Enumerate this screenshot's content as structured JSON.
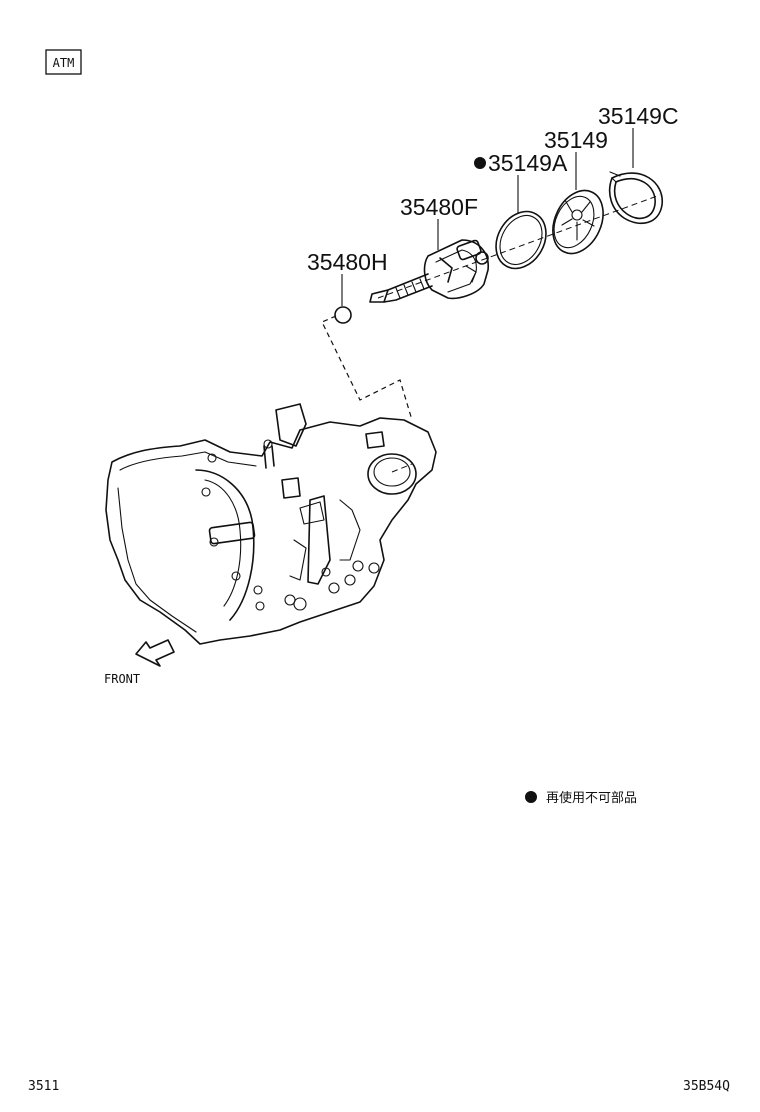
{
  "header": {
    "badge": "ATM"
  },
  "parts": {
    "p35149c": "35149C",
    "p35149": "35149",
    "p35149a": "35149A",
    "p35480f": "35480F",
    "p35480h": "35480H"
  },
  "direction": {
    "front": "FRONT"
  },
  "legend": {
    "text": "再使用不可部品"
  },
  "footer": {
    "page_left": "3511",
    "code_right": "35B54Q"
  },
  "colors": {
    "ink": "#111111",
    "background": "#ffffff"
  }
}
